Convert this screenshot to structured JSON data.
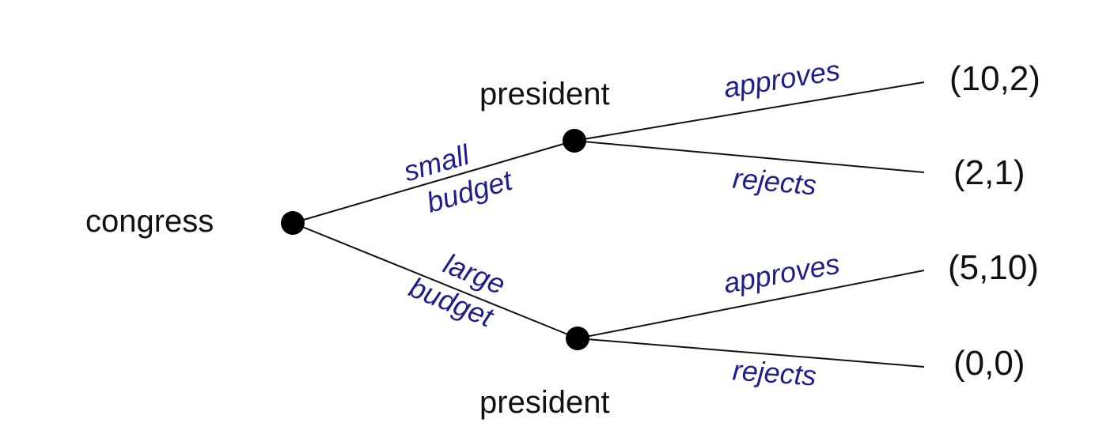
{
  "nodes": {
    "root": {
      "label": "congress"
    },
    "upper": {
      "label": "president"
    },
    "lower": {
      "label": "president"
    }
  },
  "edges": {
    "small_budget": {
      "line1": "small",
      "line2": "budget"
    },
    "large_budget": {
      "line1": "large",
      "line2": "budget"
    },
    "upper_approves": {
      "label": "approves"
    },
    "upper_rejects": {
      "label": "rejects"
    },
    "lower_approves": {
      "label": "approves"
    },
    "lower_rejects": {
      "label": "rejects"
    }
  },
  "payoffs": {
    "upper_approves": "(10,2)",
    "upper_rejects": "(2,1)",
    "lower_approves": "(5,10)",
    "lower_rejects": "(0,0)"
  },
  "colors": {
    "edge_label": "#1f1f8c",
    "text": "#111111",
    "node": "#000000"
  }
}
